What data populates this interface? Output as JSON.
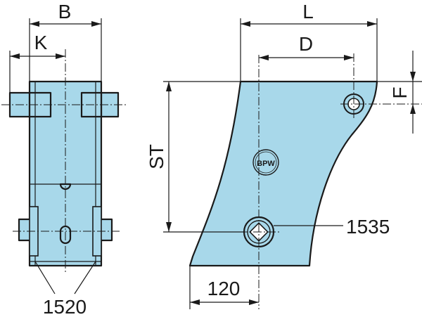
{
  "dimensions": {
    "B": "B",
    "K": "K",
    "L": "L",
    "D": "D",
    "F": "F",
    "ST": "ST",
    "width_120": "120"
  },
  "parts": {
    "bushing": "1520",
    "bolt": "1535"
  },
  "logo": {
    "text": "BPW"
  },
  "colors": {
    "fill": "#a8d8ea",
    "line": "#1a1a1a",
    "background": "#ffffff"
  }
}
